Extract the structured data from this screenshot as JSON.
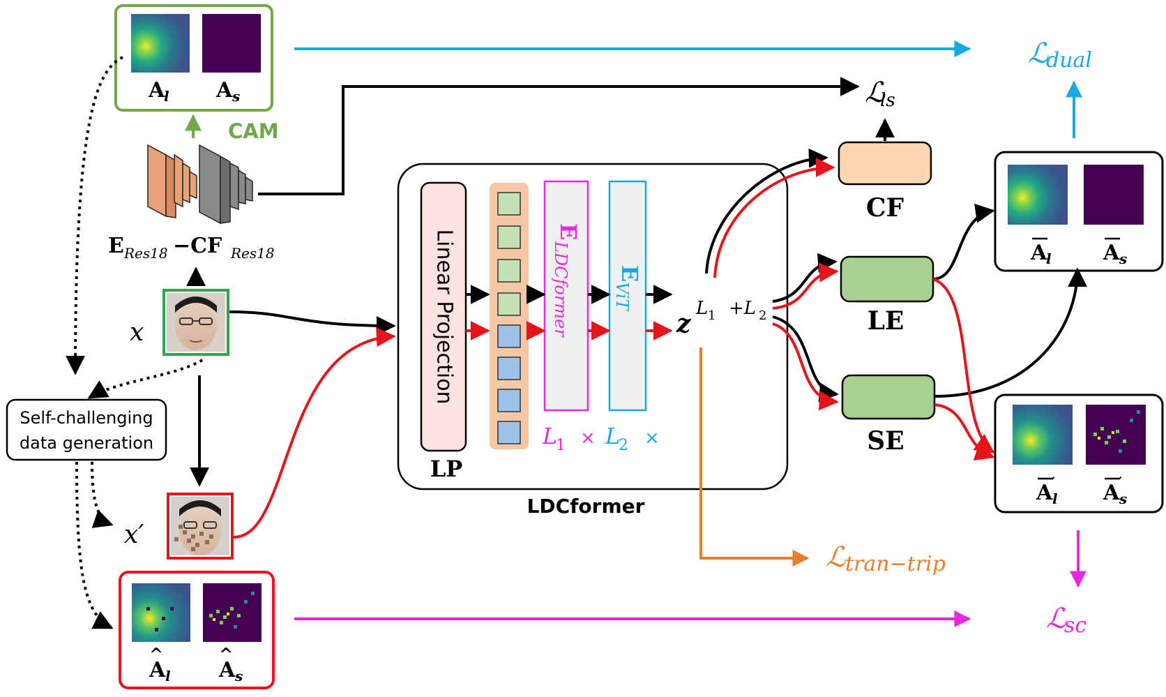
{
  "labels": {
    "A_l": "A",
    "A_s": "A",
    "sub_l": "l",
    "sub_s": "s",
    "cam": "CAM",
    "enc_E": "E",
    "enc_res18_a": "Res18",
    "enc_dash": "−CF",
    "enc_res18_b": "Res18",
    "x": "x",
    "x_prime": "x′",
    "self_challenge_1": "Self-challenging",
    "self_challenge_2": "data generation",
    "linear_projection": "Linear Projection",
    "lp": "LP",
    "E_ldc": "E",
    "E_ldc_sub": "LDCformer",
    "E_vit": "E",
    "E_vit_sub": "ViT",
    "L1": "L",
    "L1_sub": "1",
    "L2": "L",
    "L2_sub": "2",
    "times": "×",
    "ldcformer": "LDCformer",
    "z": "z",
    "z_sup_L1": "L",
    "z_sup_1": "1",
    "z_sup_plus": "+L",
    "z_sup_2": "2",
    "cf": "CF",
    "le": "LE",
    "se": "SE",
    "loss_L": "ℒ",
    "loss_ls": "ls",
    "loss_dual": "dual",
    "loss_sc": "sc",
    "loss_tran": "tran−trip",
    "prime": "′"
  },
  "colors": {
    "green_box": "#72a84a",
    "red": "#e8141c",
    "black": "#000000",
    "cyan": "#19a8e0",
    "magenta": "#e629e0",
    "orange": "#e87d2c",
    "peach": "#fbd6ae",
    "light_green": "#a9d08e",
    "pink_lp": "#fde2e2",
    "token_green": "#c5e0b4",
    "token_blue": "#9dc3e6",
    "token_bg": "#f4c8a4",
    "gray_block": "#f0f0f0",
    "viridis_dark": "#440154"
  },
  "icons": [
    "face-icon",
    "arrow-icon",
    "network-icon"
  ]
}
